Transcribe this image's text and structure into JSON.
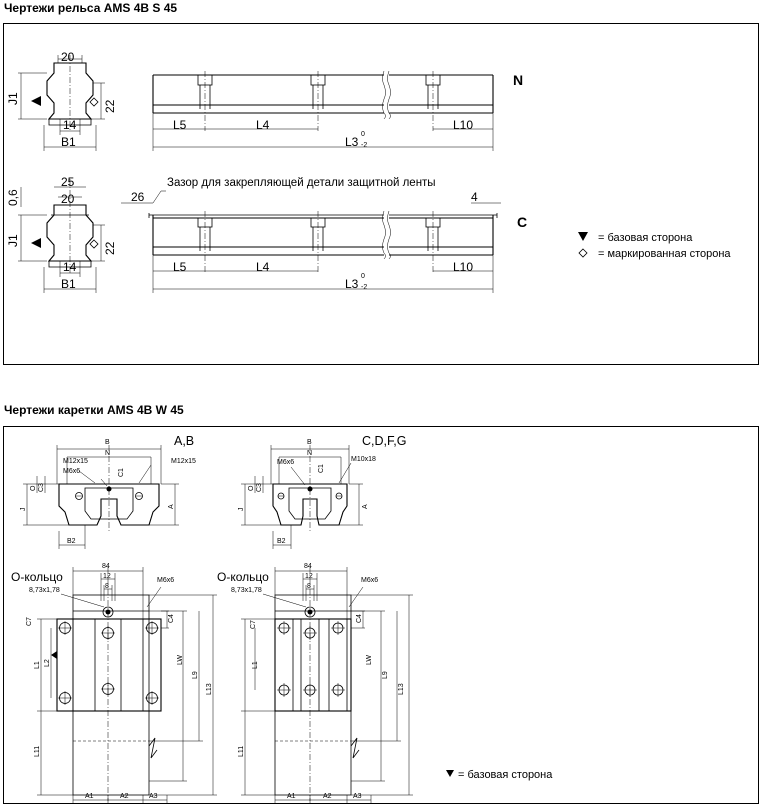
{
  "rail": {
    "title": "Чертежи рельса AMS 4B S 45",
    "variant_n": "N",
    "variant_c": "C",
    "gap_note": "Зазор для закрепляющей детали защитной ленты",
    "legend_base": "= базовая сторона",
    "legend_marked": "= маркированная сторона",
    "dims": {
      "d20": "20",
      "d25": "25",
      "d14": "14",
      "b1": "B1",
      "j1": "J1",
      "d22": "22",
      "d06": "0,6",
      "l5": "L5",
      "l4": "L4",
      "l10": "L10",
      "l3": "L3",
      "tol_top": "0",
      "tol_bot": "-2",
      "d26": "26",
      "d4": "4"
    }
  },
  "carriage": {
    "title": "Чертежи каретки AMS 4B W 45",
    "variant_ab": "A,B",
    "variant_cdfg": "C,D,F,G",
    "oring": "О-кольцо",
    "oring_size": "8,73x1,78",
    "legend_base": "=  базовая сторона",
    "dims": {
      "b": "B",
      "n": "N",
      "c1": "C1",
      "m12x15": "M12x15",
      "m6x6": "M6x6",
      "m10x18": "M10x18",
      "j": "J",
      "o": "O",
      "c3": "C3",
      "a": "A",
      "b2": "B2",
      "d84": "84",
      "d12": "12",
      "d8": "8",
      "c7": "C7",
      "c4": "C4",
      "l1": "L1",
      "l2": "L2",
      "lw": "LW",
      "l9": "L9",
      "l13": "L13",
      "l11": "L11",
      "a1": "A1",
      "a2": "A2",
      "a3": "A3"
    }
  }
}
